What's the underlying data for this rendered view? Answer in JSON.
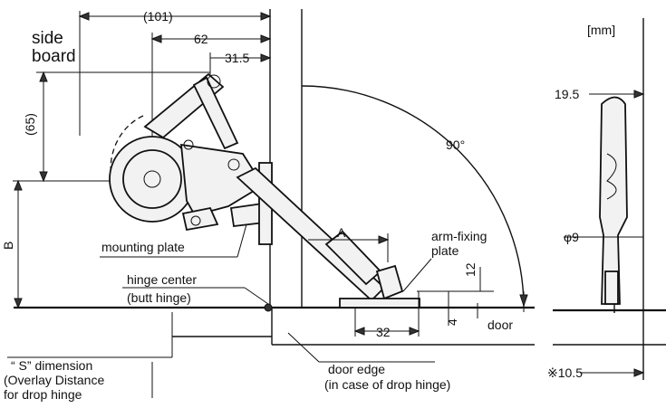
{
  "units": "[mm]",
  "labels": {
    "side_board": [
      "side",
      "board"
    ],
    "mounting_plate": "mounting plate",
    "hinge_center": "hinge center",
    "butt_hinge": "(butt hinge)",
    "arm_fixing_plate": [
      "arm-fixing",
      "plate"
    ],
    "door": "door",
    "door_edge": "door edge",
    "door_edge_note": "(in case of drop hinge)",
    "s_dimension": "“ S” dimension",
    "overlay_distance": "(Overlay Distance",
    "for_drop_hinge": "for drop hinge"
  },
  "dimensions": {
    "d101": "(101)",
    "d62": "62",
    "d31_5": "31.5",
    "d65": "(65)",
    "dB": "B",
    "dA": "A",
    "d12": "12",
    "d4": "4",
    "d32": "32",
    "angle": "90°",
    "d19_5": "19.5",
    "d9": "φ9",
    "d10_5": "※10.5"
  },
  "icons": {
    "hinge_center_marker": "filled-dot"
  }
}
